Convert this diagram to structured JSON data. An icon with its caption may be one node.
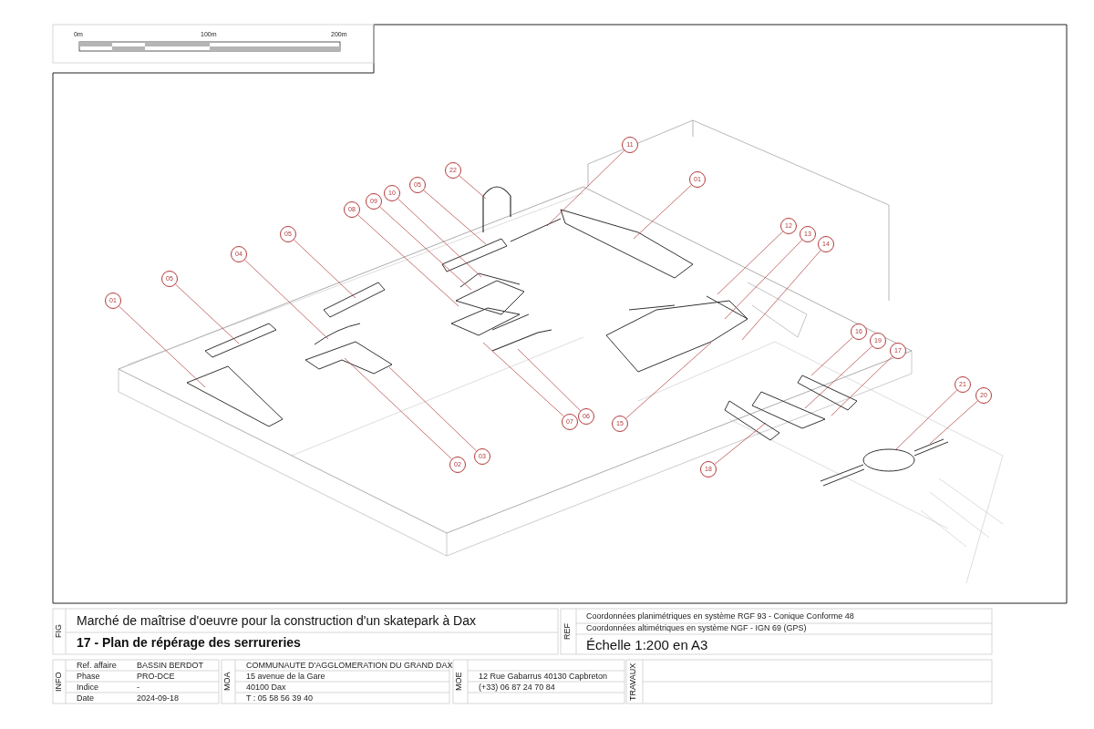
{
  "diagram": {
    "title": "17 - Plan de répérage des serrureries",
    "nodes": [
      {
        "text": [
          "11"
        ]
      },
      {
        "text": [
          "22"
        ]
      },
      {
        "text": [
          "01"
        ]
      },
      {
        "text": [
          "05"
        ]
      },
      {
        "text": [
          "10"
        ]
      },
      {
        "text": [
          "09"
        ]
      },
      {
        "text": [
          "08"
        ]
      },
      {
        "text": [
          "12"
        ]
      },
      {
        "text": [
          "05"
        ]
      },
      {
        "text": [
          "13"
        ]
      },
      {
        "text": [
          "14"
        ]
      },
      {
        "text": [
          "04"
        ]
      },
      {
        "text": [
          "05"
        ]
      },
      {
        "text": [
          "01"
        ]
      },
      {
        "text": [
          "16"
        ]
      },
      {
        "text": [
          "19"
        ]
      },
      {
        "text": [
          "17"
        ]
      },
      {
        "text": [
          "21"
        ]
      },
      {
        "text": [
          "20"
        ]
      },
      {
        "text": [
          "06"
        ]
      },
      {
        "text": [
          "07"
        ]
      },
      {
        "text": [
          "15"
        ]
      },
      {
        "text": [
          "03"
        ]
      },
      {
        "text": [
          "02"
        ]
      },
      {
        "text": [
          "18"
        ]
      }
    ],
    "edges": [
      {
        "from": 0,
        "to": null,
        "arrow": "none"
      },
      {
        "from": 1,
        "to": null,
        "arrow": "none"
      },
      {
        "from": 2,
        "to": null,
        "arrow": "none"
      },
      {
        "from": 3,
        "to": null,
        "arrow": "none"
      },
      {
        "from": 4,
        "to": null,
        "arrow": "none"
      },
      {
        "from": 5,
        "to": null,
        "arrow": "none"
      },
      {
        "from": 6,
        "to": null,
        "arrow": "none"
      },
      {
        "from": 7,
        "to": null,
        "arrow": "none"
      },
      {
        "from": 8,
        "to": null,
        "arrow": "none"
      },
      {
        "from": 9,
        "to": null,
        "arrow": "none"
      },
      {
        "from": 10,
        "to": null,
        "arrow": "none"
      },
      {
        "from": 11,
        "to": null,
        "arrow": "none"
      },
      {
        "from": 12,
        "to": null,
        "arrow": "none"
      },
      {
        "from": 13,
        "to": null,
        "arrow": "none"
      },
      {
        "from": 14,
        "to": null,
        "arrow": "none"
      },
      {
        "from": 15,
        "to": null,
        "arrow": "none"
      },
      {
        "from": 16,
        "to": null,
        "arrow": "none"
      },
      {
        "from": 17,
        "to": null,
        "arrow": "none"
      },
      {
        "from": 18,
        "to": null,
        "arrow": "none"
      },
      {
        "from": 19,
        "to": null,
        "arrow": "none"
      },
      {
        "from": 20,
        "to": null,
        "arrow": "none"
      },
      {
        "from": 21,
        "to": null,
        "arrow": "none"
      },
      {
        "from": 22,
        "to": null,
        "arrow": "none"
      },
      {
        "from": 23,
        "to": null,
        "arrow": "none"
      },
      {
        "from": 24,
        "to": null,
        "arrow": "none"
      }
    ],
    "labels": [
      "0m",
      "100m",
      "200m",
      "FIG",
      "Marché de maîtrise d'oeuvre pour la construction d'un skatepark à Dax",
      "REF",
      "Coordonnées planimétriques en système RGF 93 - Conique Conforme 48",
      "Coordonnées altimétriques en système NGF - IGN 69 (GPS)",
      "Échelle 1:200 en A3",
      "INFO",
      "Ref. affaire",
      "BASSIN BERDOT",
      "Phase",
      "PRO-DCE",
      "Indice",
      "-",
      "Date",
      "2024-09-18",
      "MOA",
      "COMMUNAUTE D'AGGLOMERATION DU GRAND DAX",
      "15 avenue de la Gare",
      "40100 Dax",
      "T : 05 58 56 39 40",
      "MOE",
      "12 Rue Gabarrus 40130 Capbreton",
      "(+33) 06 87 24 70 84",
      "TRAVAUX"
    ]
  }
}
